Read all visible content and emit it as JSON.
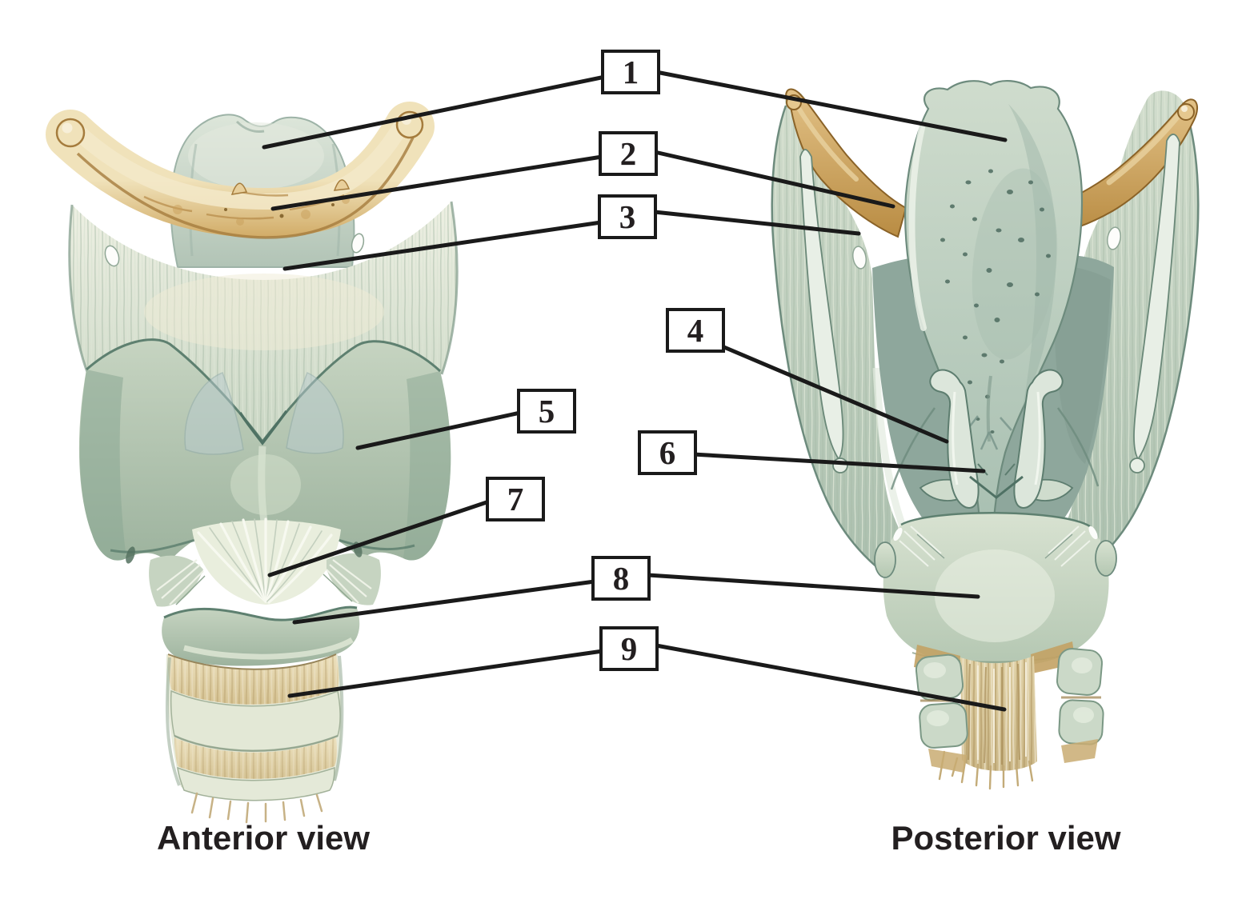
{
  "figure": {
    "type": "labeled anatomical diagram of the larynx",
    "captions": {
      "anterior": "Anterior view",
      "posterior": "Posterior view"
    },
    "labels": [
      {
        "number": "1"
      },
      {
        "number": "2"
      },
      {
        "number": "3"
      },
      {
        "number": "4"
      },
      {
        "number": "5"
      },
      {
        "number": "6"
      },
      {
        "number": "7"
      },
      {
        "number": "8"
      },
      {
        "number": "9"
      }
    ],
    "colors": {
      "background": "#ffffff",
      "leader_line": "#1a1a1a",
      "label_border": "#1a1a1a",
      "label_text": "#231f20",
      "cartilage_green": "#b5c7b4",
      "cartilage_shadow": "#8ba894",
      "outline_green": "#5e8070",
      "bone_tan": "#d9b97f",
      "bone_tan_dark": "#b98c43",
      "membrane_cream": "#e7ecdd",
      "cavity_sage": "#8ea79c"
    }
  }
}
